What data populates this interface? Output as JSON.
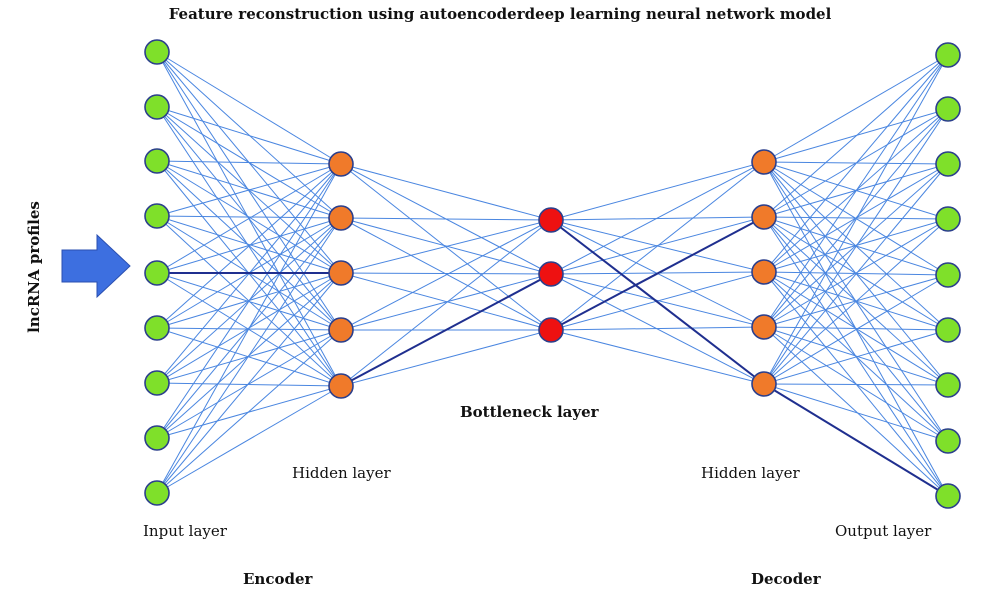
{
  "title": "Feature reconstruction using autoencoderdeep learning neural network model",
  "side_label": "lncRNA profiles",
  "labels": {
    "input_layer": "Input layer",
    "hidden_layer_left": "Hidden layer",
    "bottleneck_layer": "Bottleneck layer",
    "hidden_layer_right": "Hidden layer",
    "output_layer": "Output layer",
    "encoder": "Encoder",
    "decoder": "Decoder"
  },
  "colors": {
    "input_output_node": "#7fe02a",
    "hidden_node": "#f07a2a",
    "bottleneck_node": "#ee1111",
    "node_outline": "#2b3f8c",
    "connection": "#4a86e0",
    "highlight_connection": "#1f2f8f",
    "arrow": "#3d6fe0"
  }
}
